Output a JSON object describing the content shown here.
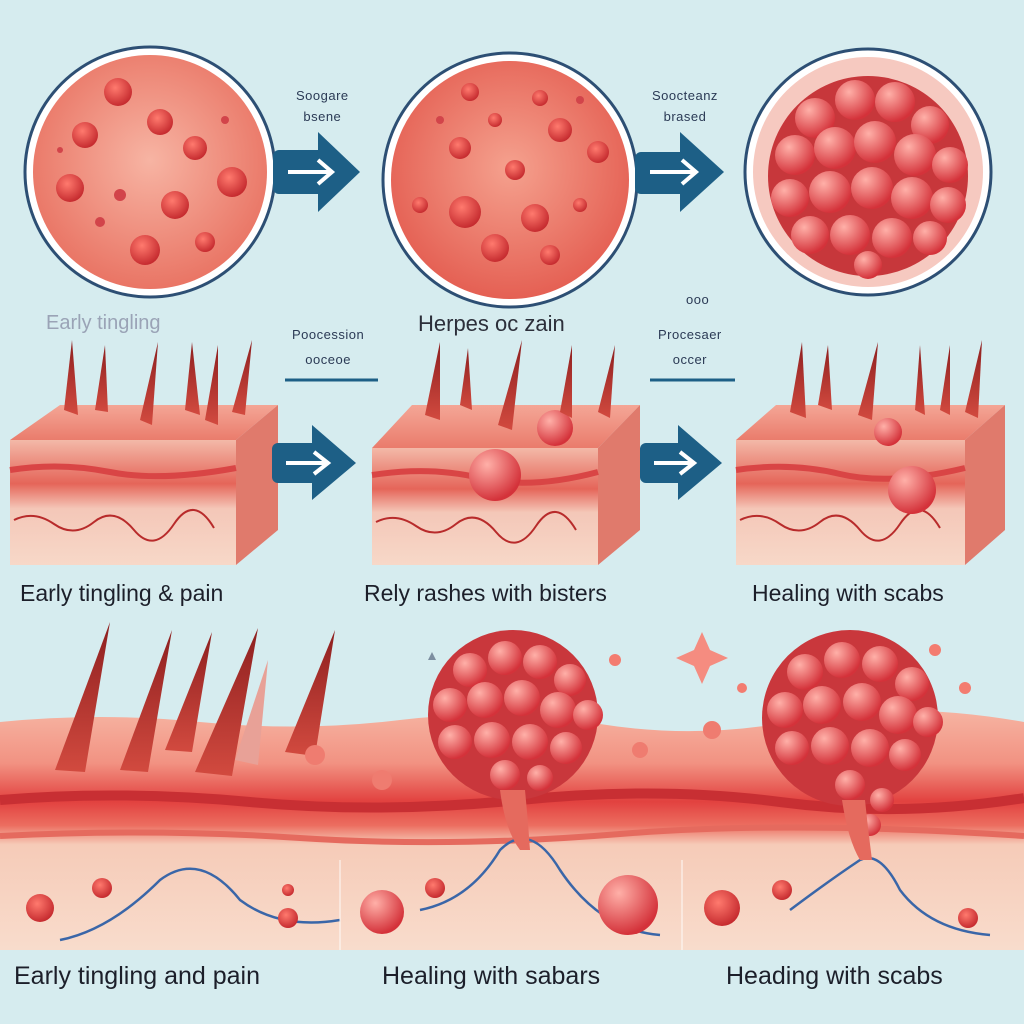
{
  "labels": {
    "top_arrow_1": [
      "Soogare",
      "bsene"
    ],
    "top_arrow_2": [
      "Soocteanz",
      "brased"
    ],
    "faded_left": "Early tingling",
    "center_title": "Herpes oc zain",
    "mid_right_small": [
      "Procesaer",
      "occer"
    ],
    "mid_left_small": [
      "Poocession",
      "ooceoe"
    ],
    "mid_center_small": "ooo",
    "mid_captions": [
      "Early tingling & pain",
      "Rely rashes with bisters",
      "Healing with scabs"
    ],
    "bottom_captions": [
      "Early tingling and pain",
      "Healing with sabars",
      "Heading with scabs"
    ]
  },
  "colors": {
    "background": "#d6ecef",
    "arrow": "#1d5f86",
    "skin": "#f09a8c",
    "lesion": "#e23f3f",
    "line": "#1d5f86"
  }
}
